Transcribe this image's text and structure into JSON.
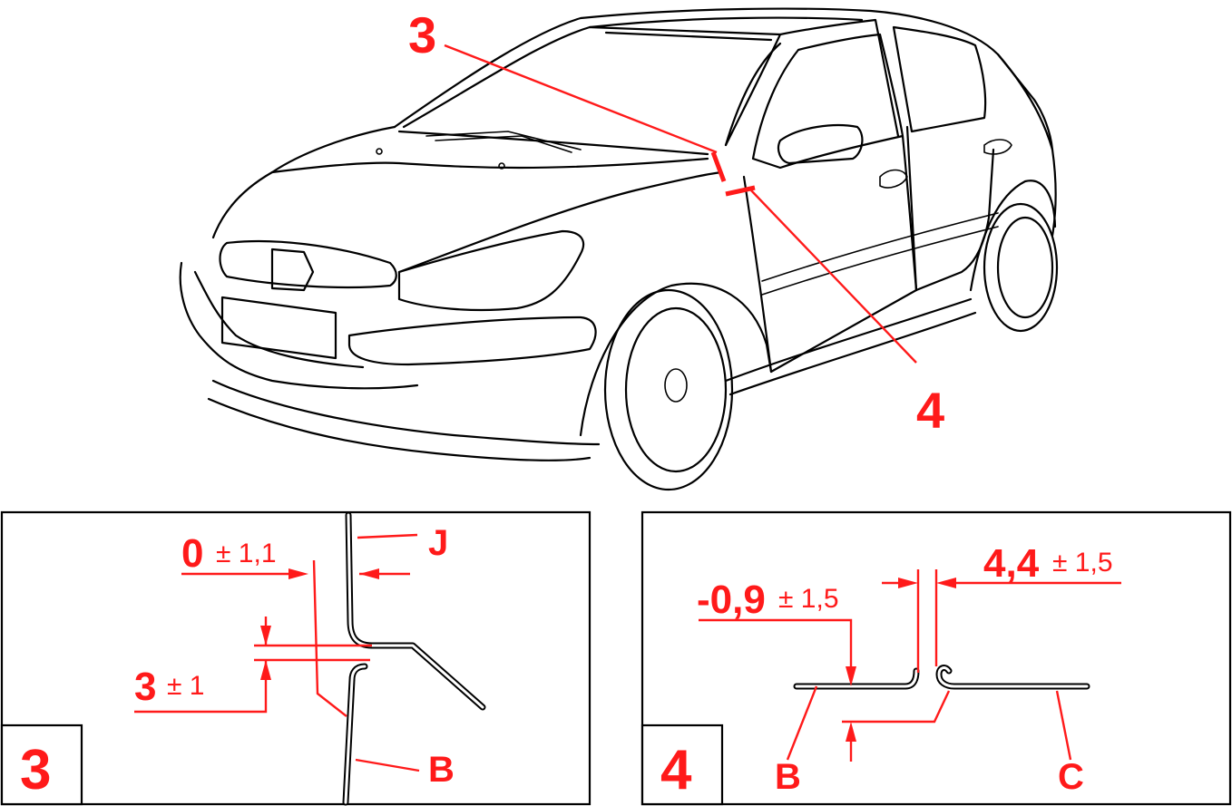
{
  "callouts": {
    "overview_label_3": "3",
    "overview_label_4": "4"
  },
  "detail_3": {
    "panel_number": "3",
    "gap_value": "0",
    "gap_tolerance": "± 1,1",
    "flush_value": "3",
    "flush_tolerance": "± 1",
    "part_upper": "J",
    "part_lower": "B"
  },
  "detail_4": {
    "panel_number": "4",
    "flush_value": "-0,9",
    "flush_tolerance": "± 1,5",
    "gap_value": "4,4",
    "gap_tolerance": "± 1,5",
    "part_left": "B",
    "part_right": "C"
  },
  "colors": {
    "annotation": "#ff1a1a",
    "linework": "#000000",
    "background": "#ffffff"
  }
}
